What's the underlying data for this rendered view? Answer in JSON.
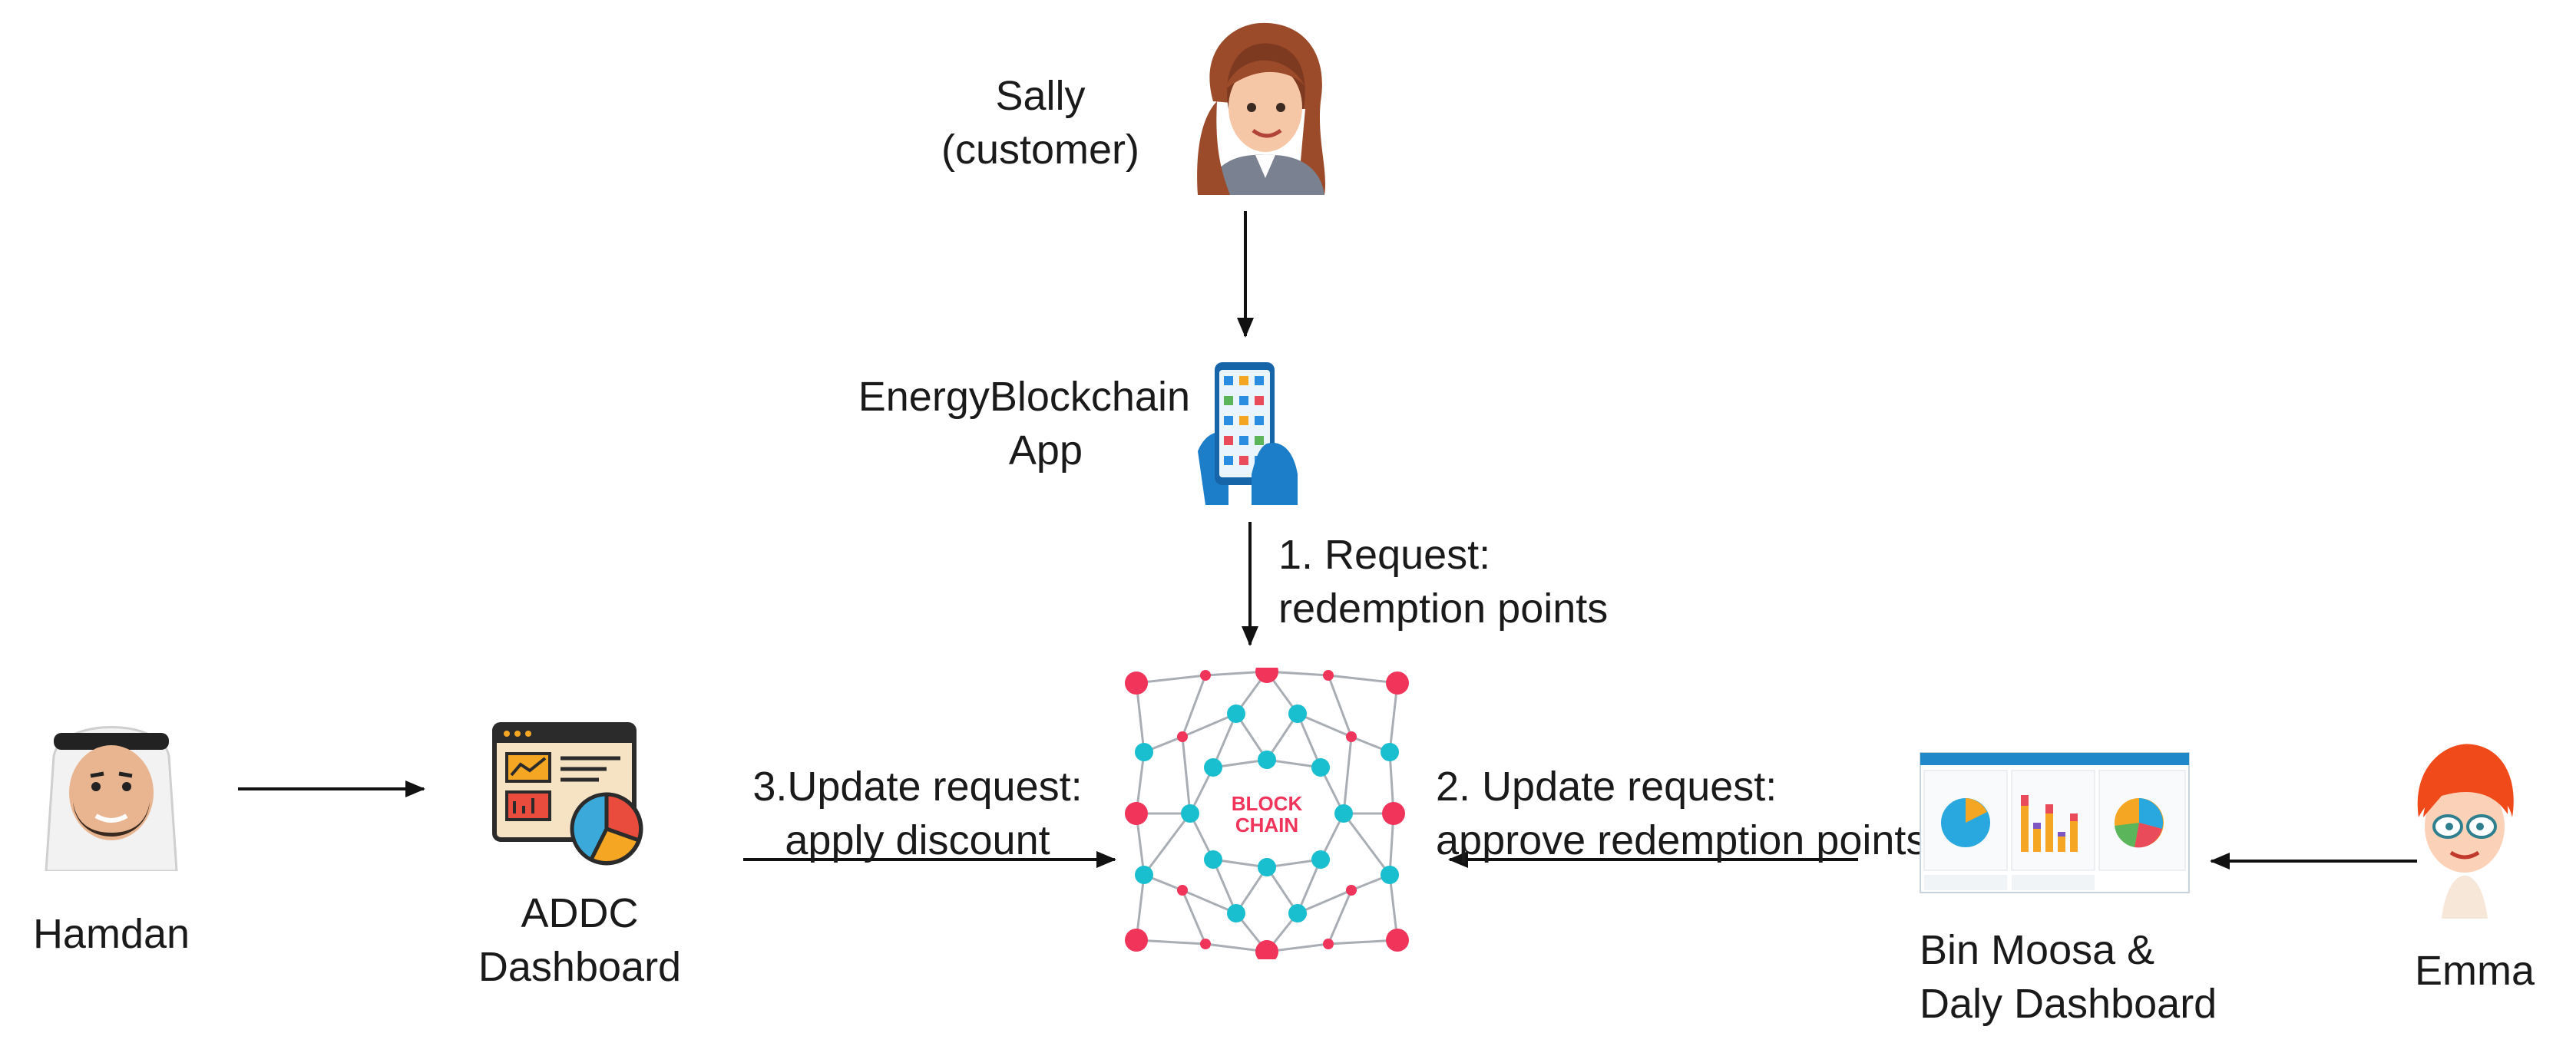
{
  "actors": {
    "sally": {
      "name": "Sally",
      "role": "(customer)"
    },
    "hamdan": {
      "name": "Hamdan"
    },
    "emma": {
      "name": "Emma"
    }
  },
  "app": {
    "line1": "EnergyBlockchain",
    "line2": "App"
  },
  "addc": {
    "line1": "ADDC",
    "line2": "Dashboard"
  },
  "binmoosa": {
    "line1": "Bin Moosa &",
    "line2": "Daly Dashboard"
  },
  "blockchain": {
    "line1": "BLOCK",
    "line2": "CHAIN"
  },
  "flows": {
    "request": {
      "line1": "1. Request:",
      "line2": "redemption points"
    },
    "update2": {
      "line1": "2. Update request:",
      "line2": "approve redemption points"
    },
    "update3": {
      "line1": "3.Update request:",
      "line2": "apply discount"
    }
  },
  "colors": {
    "node_red": "#f0345a",
    "node_teal": "#19bfcf",
    "edge": "#a9aeb5",
    "arrow": "#111111",
    "phone": "#1c7ec9",
    "dashboard_accent": "#f5a623"
  }
}
